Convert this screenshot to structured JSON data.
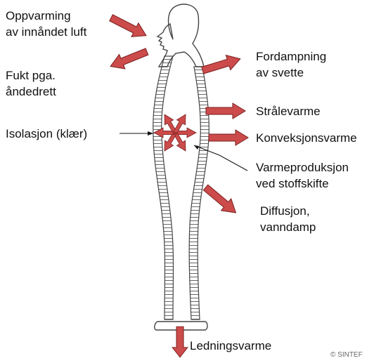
{
  "labels": {
    "oppvarming_1": "Oppvarming",
    "oppvarming_2": "av innåndet luft",
    "fukt_1": "Fukt pga.",
    "fukt_2": "åndedrett",
    "isolasjon": "Isolasjon (klær)",
    "fordampning_1": "Fordampning",
    "fordampning_2": "av svette",
    "stralevarme": "Strålevarme",
    "konveksjon": "Konveksjonsvarme",
    "varmeproduksjon_1": "Varmeproduksjon",
    "varmeproduksjon_2": "ved stoffskifte",
    "diffusjon_1": "Diffusjon,",
    "diffusjon_2": "vanndamp",
    "ledning": "Ledningsvarme"
  },
  "credit": "© SINTEF",
  "colors": {
    "arrow_fill": "#cc4b4b",
    "arrow_stroke": "#7a1f1f",
    "outline": "#444444",
    "text": "#111111"
  }
}
